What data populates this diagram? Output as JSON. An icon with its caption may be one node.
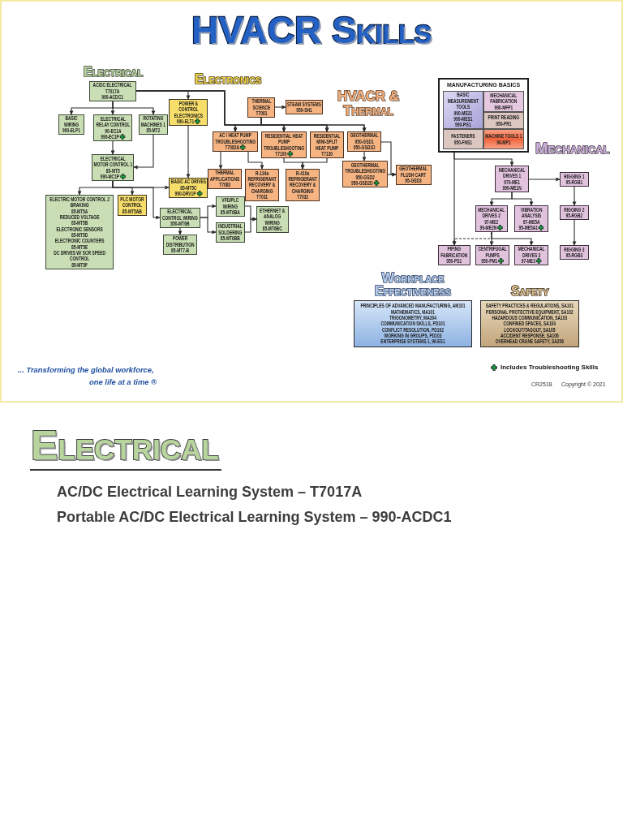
{
  "diagram": {
    "title": "HVACR Skills",
    "nodes": [
      {
        "text": [
          "AC/DC ELECTRICAL",
          "T7017A",
          "990-ACDC1"
        ]
      },
      {
        "text": [
          "BASIC WIRING",
          "990-ELP1"
        ]
      },
      {
        "text": [
          "ELECTRICAL RELAY CONTROL",
          "90-EC1A",
          "990-EC1P"
        ]
      },
      {
        "text": [
          "ROTATING MACHINES 1",
          "85-MT2"
        ]
      },
      {
        "text": [
          "ELECTRICAL MOTOR CONTROL 1",
          "85-MT5",
          "990-MC1P"
        ]
      },
      {
        "text": [
          "POWER & CONTROL ELECTRONICS",
          "990-ELT1"
        ]
      },
      {
        "text": [
          "BASIC AC DRIVES",
          "85-MT5C",
          "990-DRV1P"
        ]
      },
      {
        "text": [
          "ELECTRIC MOTOR CONTROL 2",
          "BRAKING",
          "85-MT5A",
          "REDUCED VOLTAGE",
          "85-MT5B",
          "ELECTRONIC SENSORS",
          "85-MT5D",
          "ELECTRONIC COUNTERS",
          "85-MT5E",
          "DC DRIVES W/ SCR SPEED CONTROL",
          "85-MT5F"
        ]
      },
      {
        "text": [
          "PLC MOTOR CONTROL",
          "85-MT5AB"
        ]
      },
      {
        "text": [
          "ELECTRICAL CONTROL WIRING",
          "850-MT6B"
        ]
      },
      {
        "text": [
          "POWER DISTRIBUTION",
          "85-MT7-B"
        ]
      },
      {
        "text": [
          "VFD/PLC WIRING",
          "85-MT6BA"
        ]
      },
      {
        "text": [
          "INDUSTRIAL SOLDERING",
          "85-MT6BB"
        ]
      },
      {
        "text": [
          "ETHERNET & ANALOG WIRING",
          "85-MT6BC"
        ]
      },
      {
        "text": [
          "THERMAL SCIENCE",
          "T7081"
        ]
      },
      {
        "text": [
          "STEAM SYSTEMS",
          "950-SH1"
        ]
      },
      {
        "text": [
          "AC / HEAT PUMP TROUBLESHOOTING",
          "T7082A"
        ]
      },
      {
        "text": [
          "RESIDENTIAL HEAT PUMP TROUBLESHOOTING",
          "T7100"
        ]
      },
      {
        "text": [
          "RESIDENTIAL MINI-SPLIT HEAT PUMP",
          "T7130"
        ]
      },
      {
        "text": [
          "GEOTHERMAL",
          "950-GSD1",
          "950-GSD1D"
        ]
      },
      {
        "text": [
          "THERMAL APPLICATIONS",
          "T7083"
        ]
      },
      {
        "text": [
          "R-134a REFRIGERANT RECOVERY & CHARGING",
          "T7031"
        ]
      },
      {
        "text": [
          "R-410a REFRIGERANT RECOVERY & CHARGING",
          "T7032"
        ]
      },
      {
        "text": [
          "GEOTHERMAL TROUBLESHOOTING",
          "950-GSD2",
          "950-GSD2D"
        ]
      },
      {
        "text": [
          "GEOTHERMAL FLUSH CART",
          "95-GSD3"
        ]
      },
      {
        "text": [
          "MANUFACTURING BASICS"
        ]
      },
      {
        "text": [
          "BASIC MEASUREMENT TOOLS",
          "990-ME21",
          "990-MES1",
          "990-PG1"
        ],
        "in": 25
      },
      {
        "text": [
          "MECHANICAL FABRICATION",
          "990-MFP1"
        ],
        "in": 25
      },
      {
        "text": [
          "PRINT READING",
          "950-PR1"
        ],
        "in": 25
      },
      {
        "text": [
          "FASTENERS",
          "950-FNS1"
        ],
        "in": 25
      },
      {
        "text": [
          "MACHINE TOOLS 1",
          "96-MP1"
        ],
        "in": 25
      },
      {
        "text": [
          "MECHANICAL DRIVES 1",
          "970-ME1",
          "990-ME1N"
        ]
      },
      {
        "text": [
          "RIGGING 1",
          "95-RGB1"
        ]
      },
      {
        "text": [
          "MECHANICAL DRIVES 2",
          "97-ME2",
          "99-ME2N"
        ]
      },
      {
        "text": [
          "VIBRATION ANALYSIS",
          "97-ME5A",
          "95-ME5A1"
        ]
      },
      {
        "text": [
          "RIGGING 2",
          "95-RGB2"
        ]
      },
      {
        "text": [
          "PIPING FABRICATION",
          "950-PS1"
        ]
      },
      {
        "text": [
          "CENTRIFUGAL PUMPS",
          "950-PM1"
        ]
      },
      {
        "text": [
          "MECHANICAL DRIVES 3",
          "97-ME3"
        ]
      },
      {
        "text": [
          "RIGGING 3",
          "95-RGB3"
        ]
      },
      {
        "text": [
          "Workplace Effectiveness",
          "PRINCIPLES OF ADVANCED MANUFACTURING, AM101",
          "MATHEMATICS, MA101",
          "TRIGONOMETRY, MA304",
          "COMMUNICATION SKILLS, PD101",
          "CONFLICT RESOLUTION, PD102",
          "WORKING IN GROUPS, PD103",
          "ENTERPRISE SYSTEMS 1, 96-ES1"
        ]
      },
      {
        "text": [
          "Safety",
          "SAFETY PRACTICES & REGULATIONS, SA101",
          "PERSONAL PROTECTIVE EQUIPMENT, SA102",
          "HAZARDOUS COMMUNICATION, SA103",
          "CONFINED SPACES, SA104",
          "LOCKOUT/TAGOUT, SA105",
          "ACCIDENT RESPONSE, SA106",
          "OVERHEAD CRANE SAFETY, SA206"
        ]
      }
    ],
    "edges": [
      {
        "from": 0,
        "to": 1,
        "arrow": "to"
      },
      {
        "from": 0,
        "to": 2,
        "arrow": "to"
      },
      {
        "from": 0,
        "to": 3,
        "arrow": "to"
      },
      {
        "from": 0,
        "to": 5,
        "arrow": "to"
      },
      {
        "from": 2,
        "to": 4,
        "arrow": "to"
      },
      {
        "from": 3,
        "to": 4,
        "arrow": "to"
      },
      {
        "from": 4,
        "to": 7,
        "arrow": "to"
      },
      {
        "from": 4,
        "to": 8,
        "arrow": "to"
      },
      {
        "from": 4,
        "to": 6,
        "arrow": "to"
      },
      {
        "from": 4,
        "to": 9,
        "arrow": "to"
      },
      {
        "from": 5,
        "to": 6,
        "arrow": "to"
      },
      {
        "from": 9,
        "to": 10,
        "arrow": "to"
      },
      {
        "from": 9,
        "to": 11,
        "arrow": "to"
      },
      {
        "from": 9,
        "to": 12,
        "arrow": "to"
      },
      {
        "from": 11,
        "to": 13,
        "arrow": "to"
      },
      {
        "from": 12,
        "to": 13,
        "arrow": "to"
      },
      {
        "from": 0,
        "to": 16,
        "arrow": "to"
      },
      {
        "from": 0,
        "to": 17,
        "arrow": "to"
      },
      {
        "from": 0,
        "to": 18,
        "arrow": "to"
      },
      {
        "from": 0,
        "to": 19,
        "arrow": "to"
      },
      {
        "from": 14,
        "to": 15,
        "arrow": "to"
      },
      {
        "from": 14,
        "to": 16,
        "arrow": "to"
      },
      {
        "from": 14,
        "to": 17,
        "arrow": "to"
      },
      {
        "from": 14,
        "to": 18,
        "arrow": "to"
      },
      {
        "from": 14,
        "to": 19,
        "arrow": "to"
      },
      {
        "from": 16,
        "to": 20,
        "arrow": "to"
      },
      {
        "from": 16,
        "to": 21,
        "arrow": "to"
      },
      {
        "from": 17,
        "to": 22,
        "arrow": "to"
      },
      {
        "from": 18,
        "to": 22,
        "arrow": "to"
      },
      {
        "from": 19,
        "to": 23,
        "arrow": "to"
      },
      {
        "from": 19,
        "to": 24,
        "arrow": "to"
      },
      {
        "from": 23,
        "to": 24,
        "arrow": "to"
      },
      {
        "from": 25,
        "to": 31,
        "arrow": "to"
      },
      {
        "from": 25,
        "to": 36,
        "arrow": "to"
      },
      {
        "from": 31,
        "to": 32,
        "arrow": "to"
      },
      {
        "from": 31,
        "to": 33,
        "arrow": "to"
      },
      {
        "from": 31,
        "to": 34,
        "arrow": "to"
      },
      {
        "from": 32,
        "to": 35,
        "arrow": "to"
      },
      {
        "from": 35,
        "to": 39,
        "arrow": "to"
      },
      {
        "from": 33,
        "to": 37,
        "arrow": "to"
      },
      {
        "from": 33,
        "to": 38,
        "arrow": "to"
      },
      {
        "from": 33,
        "to": 36,
        "arrow": "to",
        "style": "dashed"
      }
    ],
    "labels": [
      "Electrical",
      "Electronics",
      "HVACR & Thermal",
      "Mechanical",
      "... Transforming the global workforce, one life at a time ®",
      "CR2518",
      "Copyright © 2021",
      "Electrical",
      "AC/DC Electrical Learning System – T7017A",
      "Portable AC/DC Electrical Learning System – 990-ACDC1"
    ],
    "legend": [
      {
        "text": "Includes Troubleshooting Skills"
      }
    ]
  }
}
